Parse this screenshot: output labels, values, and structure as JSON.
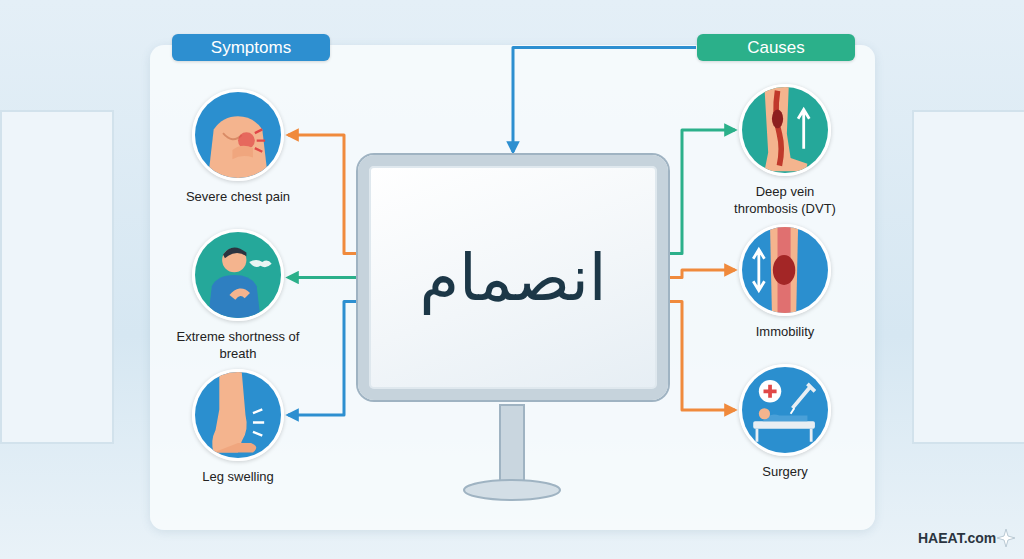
{
  "diagram": {
    "nodes": [
      {
        "text": [
          "Symptoms"
        ]
      },
      {
        "text": [
          "Causes"
        ]
      },
      {
        "text": [
          "انصمام"
        ]
      },
      {
        "text": [
          "Severe chest pain"
        ]
      },
      {
        "text": [
          "Extreme shortness of breath"
        ]
      },
      {
        "text": [
          "Leg swelling"
        ]
      },
      {
        "text": [
          "Deep vein thrombosis (DVT)"
        ]
      },
      {
        "text": [
          "Immobility"
        ]
      },
      {
        "text": [
          "Surgery"
        ]
      }
    ],
    "edges": [
      {
        "from": 1,
        "to": 2,
        "arrow": "to"
      },
      {
        "from": 2,
        "to": 3,
        "arrow": "to"
      },
      {
        "from": 2,
        "to": 4,
        "arrow": "to"
      },
      {
        "from": 2,
        "to": 5,
        "arrow": "to"
      },
      {
        "from": 2,
        "to": 6,
        "arrow": "to"
      },
      {
        "from": 2,
        "to": 7,
        "arrow": "to"
      },
      {
        "from": 2,
        "to": 8,
        "arrow": "to"
      }
    ],
    "labels": [
      "HAEAT.com"
    ]
  }
}
